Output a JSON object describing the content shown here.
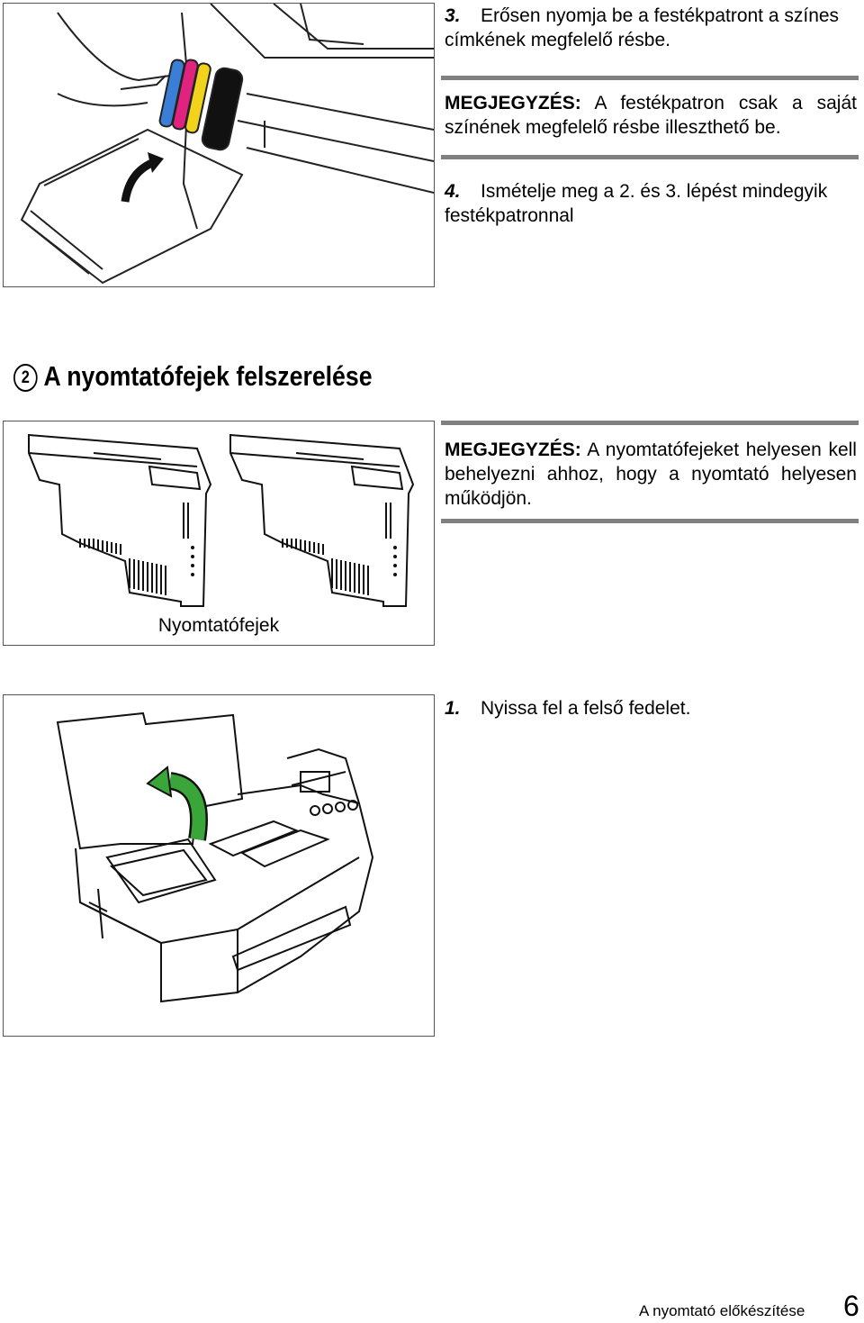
{
  "step3": {
    "number": "3.",
    "text": "Erősen nyomja be a festékpatront a színes címkének megfelelő résbe."
  },
  "note1": {
    "label": "MEGJEGYZÉS:",
    "text": "A festékpatron csak a saját színének megfelelő résbe illeszthető be."
  },
  "step4": {
    "number": "4.",
    "text": "Ismételje meg a 2. és 3. lépést mindegyik festékpatronnal"
  },
  "section": {
    "marker": "2",
    "title": "A nyomtatófejek felszerelése"
  },
  "note2": {
    "label": "MEGJEGYZÉS:",
    "text": "A nyomtatófejeket helyesen kell behelyezni ahhoz, hogy a nyomtató helyesen működjön."
  },
  "figure2": {
    "caption": "Nyomtatófejek"
  },
  "step1": {
    "number": "1.",
    "text": "Nyissa fel a felső fedelet."
  },
  "footer": {
    "text": "A nyomtató előkészítése",
    "page": "6"
  },
  "colors": {
    "separator": "#808080",
    "cyan": "#3a7fd5",
    "magenta": "#e0237f",
    "yellow": "#f1d31c",
    "black": "#111111",
    "arrow_green": "#3aa63a"
  }
}
